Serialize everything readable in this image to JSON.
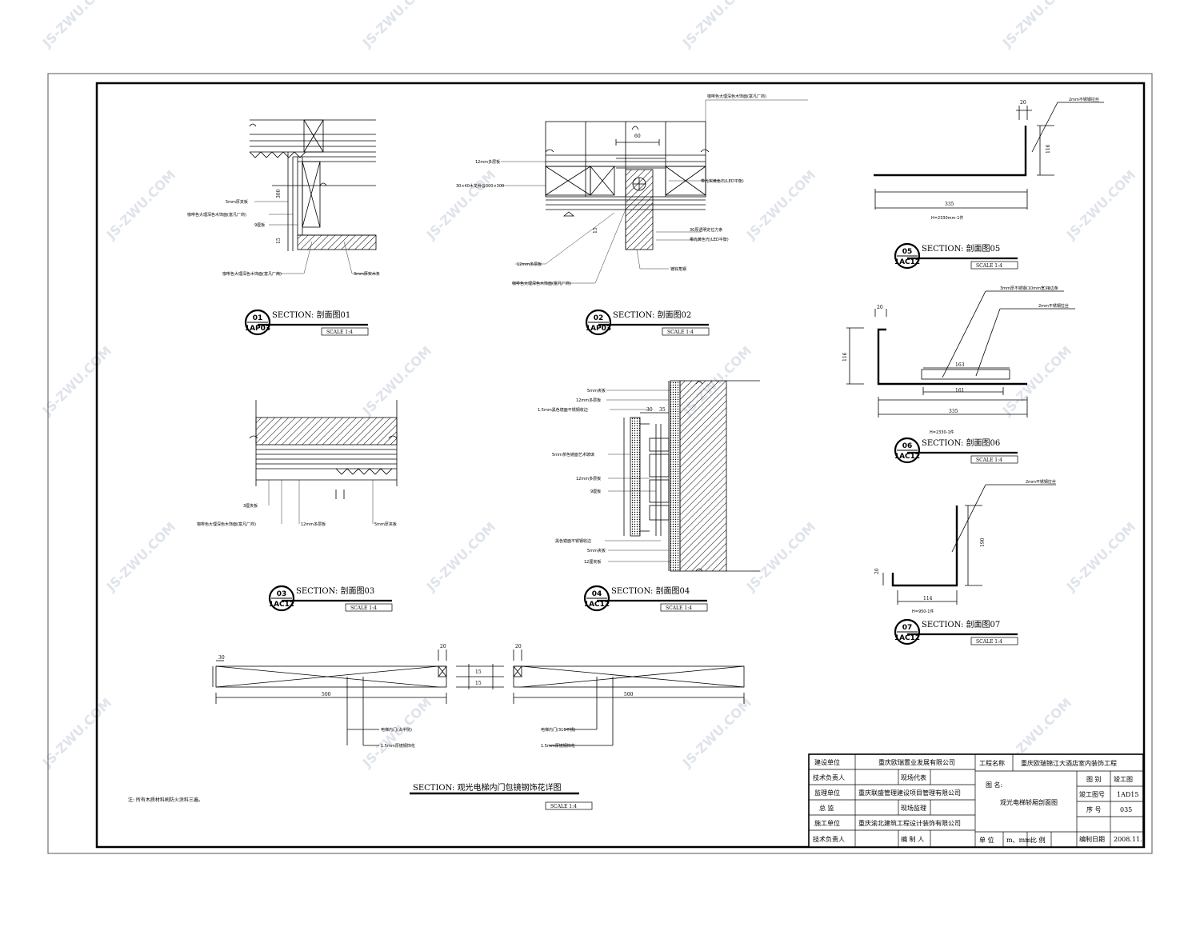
{
  "watermark": {
    "text": "JS-ZWU.COM"
  },
  "sections": {
    "s01": {
      "title": "SECTION: 剖面图01",
      "tag_top": "01",
      "tag_bottom": "1AP03",
      "scale": "SCALE 1:4",
      "labels": [
        "5mm厚夹板",
        "咖啡色大理深色木饰面(富凡厂商)",
        "9厘板",
        "咖啡色大理深色木饰面(富凡厂商)",
        "3mm厚实木条"
      ],
      "dims": [
        "300",
        "15"
      ]
    },
    "s02": {
      "title": "SECTION: 剖面图02",
      "tag_top": "02",
      "tag_bottom": "1AP03",
      "scale": "SCALE 1:4",
      "labels": [
        "咖啡色大理深色木饰面(富凡厂商)",
        "12mm多层板",
        "30×40木龙骨@300×300",
        "带光实黄色石(LED平衡)",
        "30厚透明定位力条",
        "带光黄色光(LED平衡)",
        "12mm多层板",
        "咖啡色大理深色木饰面(富凡厂商)",
        "镀锌角钢"
      ],
      "dims": [
        "60",
        "15"
      ]
    },
    "s03": {
      "title": "SECTION: 剖面图03",
      "tag_top": "03",
      "tag_bottom": "1AC12",
      "scale": "SCALE 1:4",
      "labels": [
        "3厘夹板",
        "咖啡色大理深色木饰面(富凡厂商)",
        "12mm多层板",
        "5mm厚夹板"
      ]
    },
    "s04": {
      "title": "SECTION: 剖面图04",
      "tag_top": "04",
      "tag_bottom": "1AC12",
      "scale": "SCALE 1:4",
      "labels": [
        "5mm夹板",
        "12mm多层板",
        "1.5mm黑色镜面不锈钢收边",
        "5mm茶色镜面艺术玻璃",
        "12mm多层板",
        "9厘板",
        "黑色镜面不锈钢收边",
        "5mm夹板",
        "12厘夹板"
      ],
      "dims": [
        "30",
        "35"
      ]
    },
    "s05": {
      "title": "SECTION: 剖面图05",
      "tag_top": "05",
      "tag_bottom": "1AC12",
      "scale": "SCALE 1:4",
      "labels": [
        "2mm不锈钢拉丝"
      ],
      "dims": [
        "20",
        "335",
        "116"
      ],
      "note": "H=2330mm-1件"
    },
    "s06": {
      "title": "SECTION: 剖面图06",
      "tag_top": "06",
      "tag_bottom": "1AC12",
      "scale": "SCALE 1:4",
      "labels": [
        "3mm厚不锈钢(10mm宽)接边条",
        "2mm不锈钢拉丝"
      ],
      "dims": [
        "20",
        "116",
        "163",
        "161",
        "335"
      ],
      "note": "H=2330-1件"
    },
    "s07": {
      "title": "SECTION: 剖面图07",
      "tag_top": "07",
      "tag_bottom": "1AC12",
      "scale": "SCALE 1:4",
      "labels": [
        "2mm不锈钢拉丝"
      ],
      "dims": [
        "190",
        "20",
        "114"
      ],
      "note": "H=950-1件"
    },
    "s08": {
      "title": "SECTION: 观光电梯内门包镜钢饰花详图",
      "scale": "SCALE 1:4",
      "labels": [
        "电梯内门(占半侧)",
        "1.5mm厚镜钢饰花",
        "电梯内门(316不锈)",
        "1.5mm厚镜钢饰花"
      ],
      "dims": [
        "30",
        "20",
        "500",
        "20",
        "500",
        "15",
        "15"
      ]
    }
  },
  "note": "注: 所有木质材料刷防火涂料三遍。",
  "title_block": {
    "rows": [
      {
        "label": "建设单位",
        "value": "重庆欧瑞置业发展有限公司"
      },
      {
        "label": "技术负责人",
        "value": "",
        "label2": "现场代表",
        "value2": ""
      },
      {
        "label": "监理单位",
        "value": "重庆联盛管理建设项目管理有限公司"
      },
      {
        "label": "总 监",
        "value": "",
        "label2": "现场监理",
        "value2": ""
      },
      {
        "label": "施工单位",
        "value": "重庆渝北建筑工程设计装饰有限公司"
      },
      {
        "label": "技术负责人",
        "value": "",
        "label2": "编 制 人",
        "value2": ""
      }
    ],
    "project_label": "工程名称",
    "project_name": "重庆欧瑞锦江大酒店室内装饰工程",
    "drawing_label": "图 名:",
    "drawing_name": "观光电梯轿厢剖面图",
    "unit_label": "单 位",
    "unit_value": "m、mm",
    "ratio_label": "比 例",
    "ratio_value": "",
    "right": [
      {
        "label": "图 别",
        "value": "竣工图"
      },
      {
        "label": "竣工图号",
        "value": "1AD15"
      },
      {
        "label": "序 号",
        "value": "035"
      },
      {
        "label": "编制日期",
        "value": "2008.11."
      }
    ]
  }
}
